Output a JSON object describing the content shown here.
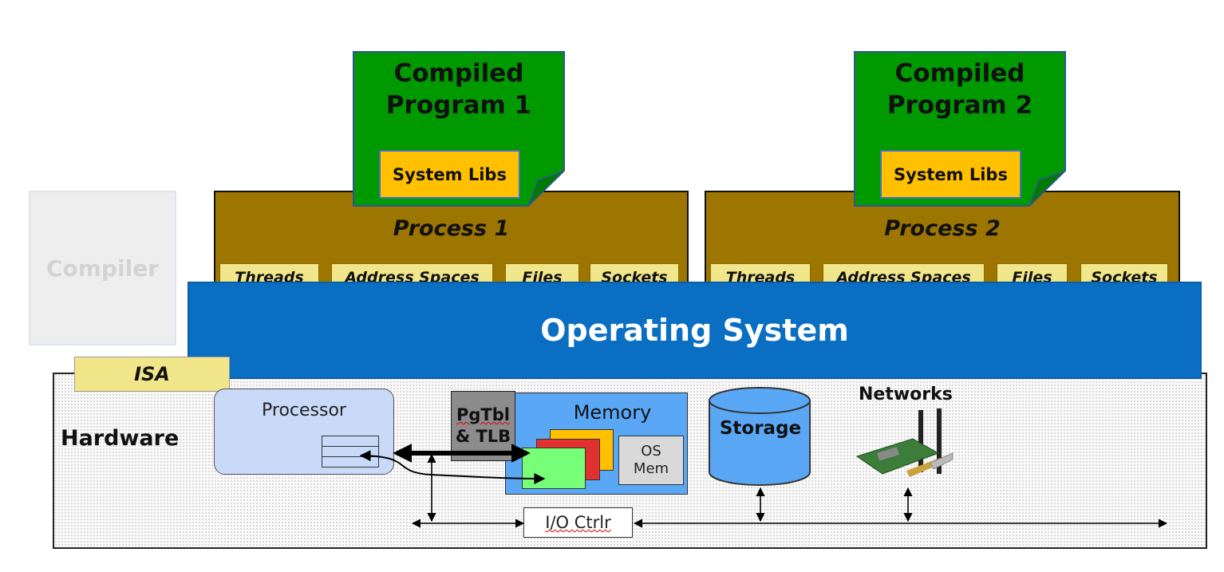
{
  "compiler_label": "Compiler",
  "isa_label": "ISA",
  "operating_system_label": "Operating System",
  "hardware_label": "Hardware",
  "programs": [
    {
      "title_line1": "Compiled",
      "title_line2": "Program 1",
      "libs": "System Libs"
    },
    {
      "title_line1": "Compiled",
      "title_line2": "Program 2",
      "libs": "System Libs"
    }
  ],
  "processes": [
    {
      "title": "Process 1",
      "resources": [
        "Threads",
        "Address Spaces",
        "Files",
        "Sockets"
      ]
    },
    {
      "title": "Process 2",
      "resources": [
        "Threads",
        "Address Spaces",
        "Files",
        "Sockets"
      ]
    }
  ],
  "hardware": {
    "processor": "Processor",
    "pgtbl_line1": "PgTbl",
    "pgtbl_line2": "& TLB",
    "memory": "Memory",
    "os_mem_line1": "OS",
    "os_mem_line2": "Mem",
    "storage": "Storage",
    "networks": "Networks",
    "io_ctrl": "I/O Ctrlr"
  },
  "colors": {
    "program": "#009900",
    "system_libs": "#ffc000",
    "process": "#9c7600",
    "resource_tag": "#f2e68a",
    "operating_system": "#0a6fc2",
    "processor": "#c9daf8",
    "memory": "#5aa8f5",
    "storage": "#5aa8f5"
  }
}
